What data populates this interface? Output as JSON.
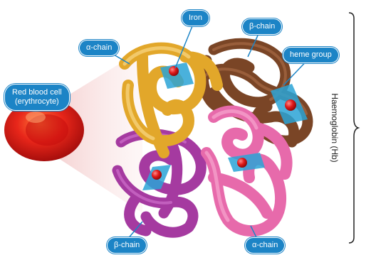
{
  "labels": {
    "iron": "Iron",
    "beta_chain_top": "β-chain",
    "alpha_chain_top": "α-chain",
    "heme_group": "heme group",
    "red_blood_cell": "Red blood cell\n(erythrocyte)",
    "beta_chain_bottom": "β-chain",
    "alpha_chain_bottom": "α-chain",
    "haemoglobin": "Haemoglobin (Hb)"
  },
  "colors": {
    "label_fill": "#1c84c6",
    "alpha_chain_top": "#e2a72a",
    "beta_chain_top": "#7a4526",
    "beta_chain_bottom": "#a53aa0",
    "alpha_chain_bottom": "#e76aab",
    "iron": "#d8141c",
    "heme_plane": "#2aa3d6",
    "red_blood_cell": "#d61414"
  }
}
